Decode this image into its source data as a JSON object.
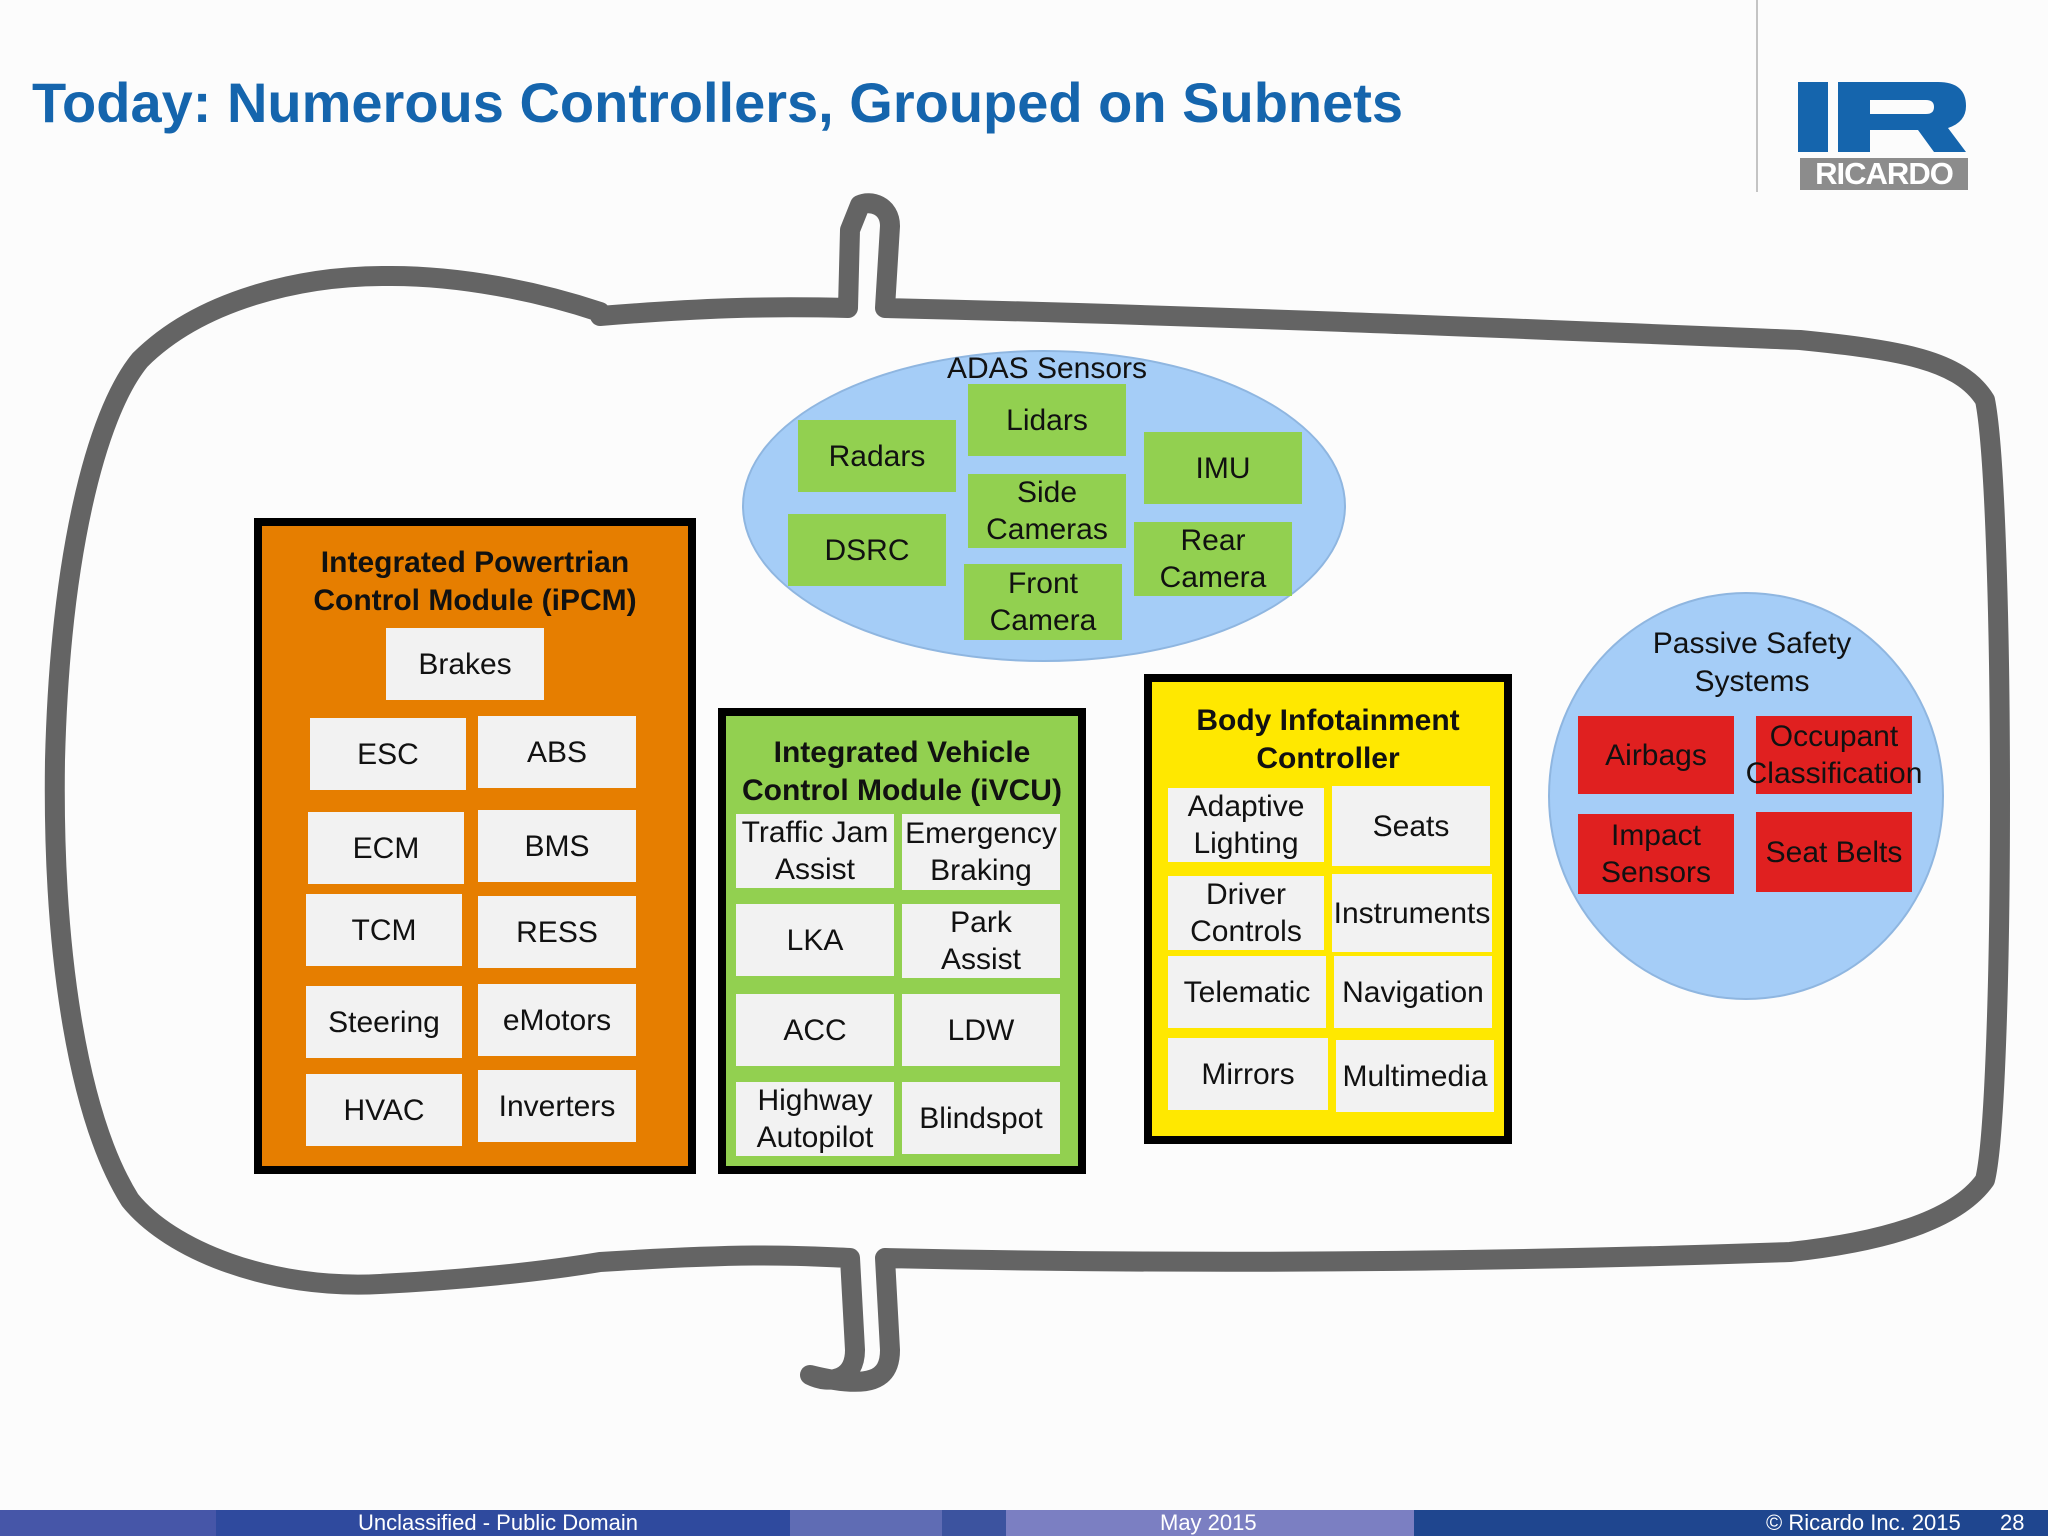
{
  "slide": {
    "title": "Today: Numerous Controllers, Grouped on Subnets",
    "logo_text": "RICARDO"
  },
  "colors": {
    "title": "#1565ad",
    "ipcm": "#e67e00",
    "ivcu": "#92d050",
    "body": "#ffe800",
    "adas": "#a5cdf7",
    "sensor": "#92d050",
    "passive_item": "#e02020",
    "car_outline": "#646464"
  },
  "adas": {
    "label": "ADAS Sensors",
    "items": [
      "Lidars",
      "Radars",
      "IMU",
      "Side Cameras",
      "DSRC",
      "Rear Camera",
      "Front Camera"
    ]
  },
  "ipcm": {
    "title": "Integrated Powertrian Control Module (iPCM)",
    "items": [
      "Brakes",
      "ESC",
      "ABS",
      "ECM",
      "BMS",
      "TCM",
      "RESS",
      "Steering",
      "eMotors",
      "HVAC",
      "Inverters"
    ]
  },
  "ivcu": {
    "title": "Integrated Vehicle Control Module (iVCU)",
    "items": [
      "Traffic Jam Assist",
      "Emergency Braking",
      "LKA",
      "Park Assist",
      "ACC",
      "LDW",
      "Highway Autopilot",
      "Blindspot"
    ]
  },
  "body": {
    "title": "Body Infotainment Controller",
    "items": [
      "Adaptive Lighting",
      "Seats",
      "Driver Controls",
      "Instruments",
      "Telematic",
      "Navigation",
      "Mirrors",
      "Multimedia"
    ]
  },
  "passive": {
    "label": "Passive Safety Systems",
    "items": [
      "Airbags",
      "Occupant Classification",
      "Impact Sensors",
      "Seat Belts"
    ]
  },
  "footer": {
    "classification": "Unclassified - Public Domain",
    "date": "May 2015",
    "copyright": "© Ricardo Inc. 2015",
    "page": "28"
  }
}
